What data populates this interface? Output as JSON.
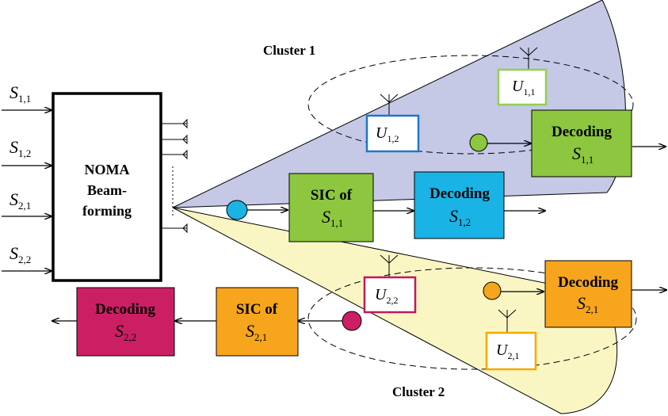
{
  "clusters": {
    "cluster1": {
      "label": "Cluster 1",
      "fill": "#c5c9e6"
    },
    "cluster2": {
      "label": "Cluster 2",
      "fill": "#f9f6c4"
    }
  },
  "inputs": [
    {
      "sym": "S",
      "sub": "1,1"
    },
    {
      "sym": "S",
      "sub": "1,2"
    },
    {
      "sym": "S",
      "sub": "2,1"
    },
    {
      "sym": "S",
      "sub": "2,2"
    }
  ],
  "noma": {
    "line1": "NOMA",
    "line2": "Beam-",
    "line3": "forming"
  },
  "users": {
    "u11": {
      "sym": "U",
      "sub": "1,1",
      "color": "#92d050"
    },
    "u12": {
      "sym": "U",
      "sub": "1,2",
      "color": "#1f77c8"
    },
    "u22": {
      "sym": "U",
      "sub": "2,2",
      "color": "#c2185b"
    },
    "u21": {
      "sym": "U",
      "sub": "2,1",
      "color": "#f5a800"
    }
  },
  "blocks": {
    "dec11": {
      "title": "Decoding",
      "sym": "S",
      "sub": "1,1",
      "color": "#8dc63f"
    },
    "sic11": {
      "title": "SIC of",
      "sym": "S",
      "sub": "1,1",
      "color": "#8dc63f"
    },
    "dec12": {
      "title": "Decoding",
      "sym": "S",
      "sub": "1,2",
      "color": "#1ab3e6"
    },
    "dec21": {
      "title": "Decoding",
      "sym": "S",
      "sub": "2,1",
      "color": "#f7a51c"
    },
    "sic21": {
      "title": "SIC of",
      "sym": "S",
      "sub": "2,1",
      "color": "#f7a51c"
    },
    "dec22": {
      "title": "Decoding",
      "sym": "S",
      "sub": "2,2",
      "color": "#cc1f63"
    }
  },
  "nodes": {
    "green": "#8dc63f",
    "blue": "#1ab3e6",
    "orange": "#f7a51c",
    "magenta": "#cc1f63"
  }
}
